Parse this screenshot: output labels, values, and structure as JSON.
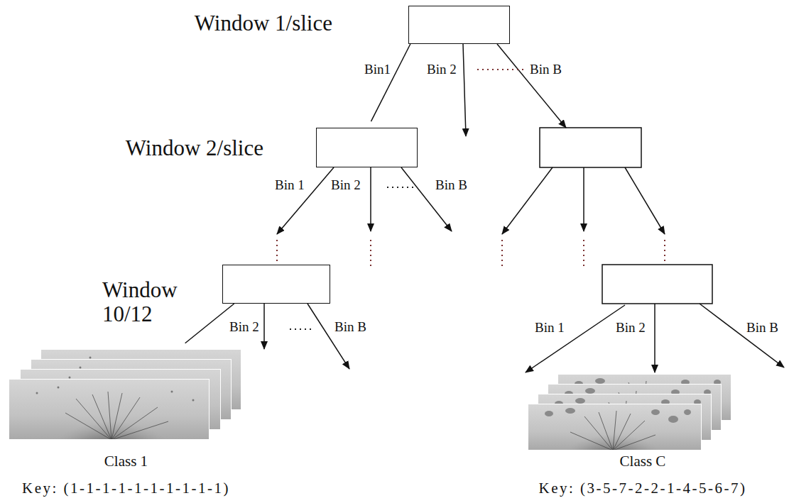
{
  "diagram": {
    "nodes": [
      {
        "text": [
          "Window 1/slice"
        ]
      },
      {
        "text": [
          "Window 2/slice"
        ]
      },
      {
        "text": [
          "Window 10/12"
        ]
      },
      {
        "text": [
          "Class 1",
          "Key: (1-1-1-1-1-1-1-1-1-1)"
        ]
      },
      {
        "text": [
          "Class C",
          "Key: (3-5-7-2-2-1-4-5-6-7)"
        ]
      }
    ],
    "edges": [
      {
        "from": 0,
        "to": 1,
        "label": "Bin1",
        "arrow": "to"
      },
      {
        "from": 2,
        "to": 3,
        "arrow": "to"
      }
    ],
    "labels": [
      "Bin 2",
      "Bin B",
      "Bin 1",
      "Bin 2",
      "Bin B",
      "Bin 2",
      "Bin B",
      "Bin 1",
      "Bin 2",
      "Bin B"
    ]
  }
}
